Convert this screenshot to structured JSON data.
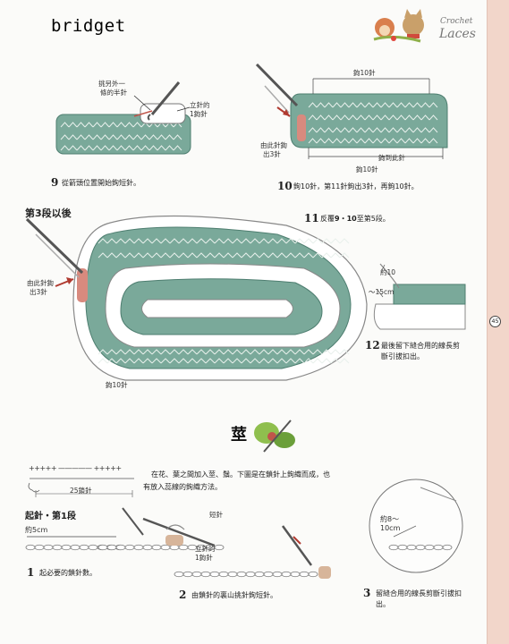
{
  "header": {
    "handwritten": "bridget",
    "brand_top": "Crochet",
    "brand_bottom": "Laces"
  },
  "page_number": "45",
  "figures": {
    "step9": {
      "number": "9",
      "caption": "從箭頭位置開始鉤短針。",
      "label_insert_1": "挑另外一",
      "label_insert_2": "條的半針",
      "label_stand_1": "立針的",
      "label_stand_2": "1鉤針"
    },
    "step10": {
      "number": "10",
      "caption": "鉤10針，第11針鉤出3針，再鉤10針。",
      "label_top": "鉤10針",
      "label_out_1": "由此針鉤",
      "label_out_2": "出3針",
      "label_to": "鉤到此針",
      "label_bottom": "鉤10針"
    },
    "step11": {
      "number": "11",
      "caption_pre": "反覆",
      "caption_bold": "9・10",
      "caption_post": "至第5段。",
      "heading": "第3段以後",
      "label_out_1": "由此針鉤",
      "label_out_2": "出3針",
      "label_bottom": "鉤10針"
    },
    "step12": {
      "number": "12",
      "caption_1": "最後留下縫合用的線長剪",
      "caption_2": "斷引拔扣出。",
      "label_len_1": "約10",
      "label_len_2": "～15cm"
    }
  },
  "stem_section": {
    "title": "莖",
    "desc_1": "在花、葉之間加入莖、鬚。下圖是在鎖針上鉤織而成，也",
    "desc_2": "有放入蕊線的鉤織方法。",
    "chain_label": "25鎖針",
    "chain_marks": "+++++ ————— +++++",
    "heading": "起針・第1段",
    "length_label": "約5cm",
    "steps": [
      {
        "number": "1",
        "caption": "起必要的鎖針數。"
      },
      {
        "number": "2",
        "caption": "由鎖針的裏山挑針鉤短針。",
        "label_sc": "短針",
        "label_stand_1": "立針的",
        "label_stand_2": "1鉤針"
      },
      {
        "number": "3",
        "caption_1": "留縫合用的線長剪斷引拔扣",
        "caption_2": "出。",
        "label_len_1": "約8～",
        "label_len_2": "10cm"
      }
    ]
  },
  "colors": {
    "sage": "#6d9f8e",
    "yarn_white": "#ffffff",
    "hook": "#555555",
    "pink_marker": "#d88a7e",
    "page_edge": "#f2d6ca"
  }
}
